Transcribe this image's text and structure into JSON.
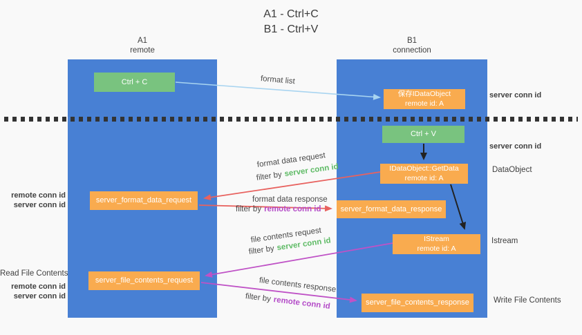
{
  "title": {
    "line1": "A1 - Ctrl+C",
    "line2": "B1 - Ctrl+V"
  },
  "lanes": {
    "a": {
      "name": "A1",
      "subtitle": "remote"
    },
    "b": {
      "name": "B1",
      "subtitle": "connection"
    }
  },
  "nodes": {
    "ctrl_c": {
      "label": "Ctrl + C"
    },
    "save_idataobject": {
      "line1": "保存IDataObject",
      "line2": "remote id: A"
    },
    "ctrl_v": {
      "label": "Ctrl + V"
    },
    "getdata": {
      "line1": "IDataObject::GetData",
      "line2": "remote id: A"
    },
    "format_request": {
      "label": "server_format_data_request"
    },
    "format_response": {
      "label": "server_format_data_response"
    },
    "istream": {
      "line1": "IStream",
      "line2": "remote id: A"
    },
    "file_request": {
      "label": "server_file_contents_request"
    },
    "file_response": {
      "label": "server_file_contents_response"
    }
  },
  "edge_labels": {
    "format_list": "format list",
    "format_data_request": "format data request",
    "format_data_response": "format data response",
    "file_contents_request": "file contents request",
    "file_contents_response": "file contents response",
    "filter_by": "filter by",
    "server_conn_id": "server conn id",
    "remote_conn_id": "remote conn id"
  },
  "side_labels": {
    "server_conn_id": "server conn id",
    "remote_conn_id": "remote conn id",
    "dataobject": "DataObject",
    "istream": "Istream",
    "read_file_contents": "Read File Contents",
    "write_file_contents": "Write File Contents"
  },
  "colors": {
    "lane_blue": "#4880d4",
    "node_orange": "#f9ab4f",
    "node_green": "#79c37f",
    "arrow_red": "#e8625f",
    "arrow_magenta": "#bf52c6",
    "arrow_light_blue": "#a8d4f0",
    "arrow_black": "#222222",
    "text_green": "#5fbb66",
    "text_purple": "#b44cc8",
    "divider_black": "#333333"
  }
}
